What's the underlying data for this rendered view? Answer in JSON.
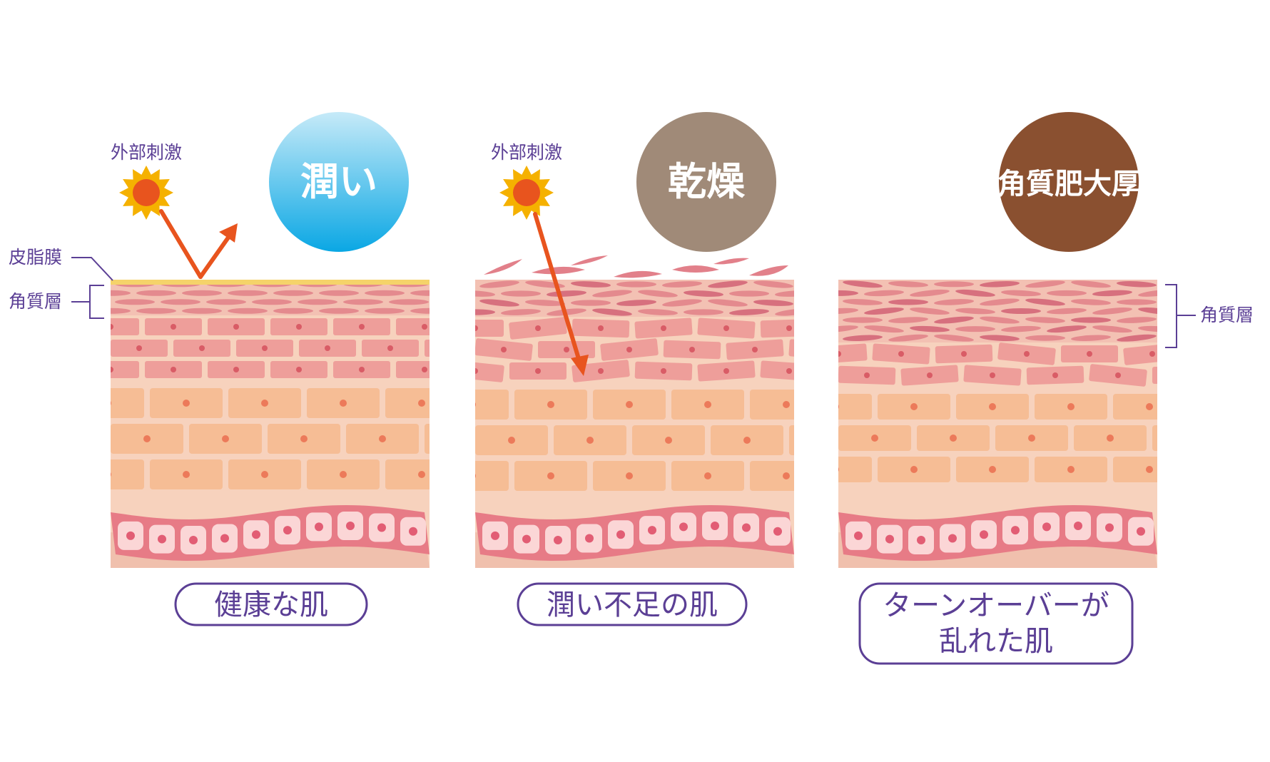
{
  "panels": [
    {
      "circle_label": "潤い",
      "circle_color": "#4fbfea",
      "stimulus_label": "外部刺激",
      "caption_lines": [
        "健康な肌"
      ]
    },
    {
      "circle_label": "乾燥",
      "circle_color": "#a08a78",
      "stimulus_label": "外部刺激",
      "caption_lines": [
        "潤い不足の肌"
      ]
    },
    {
      "circle_label": "角質肥大厚",
      "circle_color": "#8a5030",
      "caption_lines": [
        "ターンオーバーが",
        "乱れた肌"
      ]
    }
  ],
  "side_labels": {
    "sebum_film": "皮脂膜",
    "stratum_corneum_left": "角質層",
    "stratum_corneum_right": "角質層"
  },
  "colors": {
    "label_purple": "#5b3f95",
    "arrow_orange": "#e8541e",
    "sun_yellow": "#f5b100",
    "sebum_yellow": "#f5d36a"
  }
}
